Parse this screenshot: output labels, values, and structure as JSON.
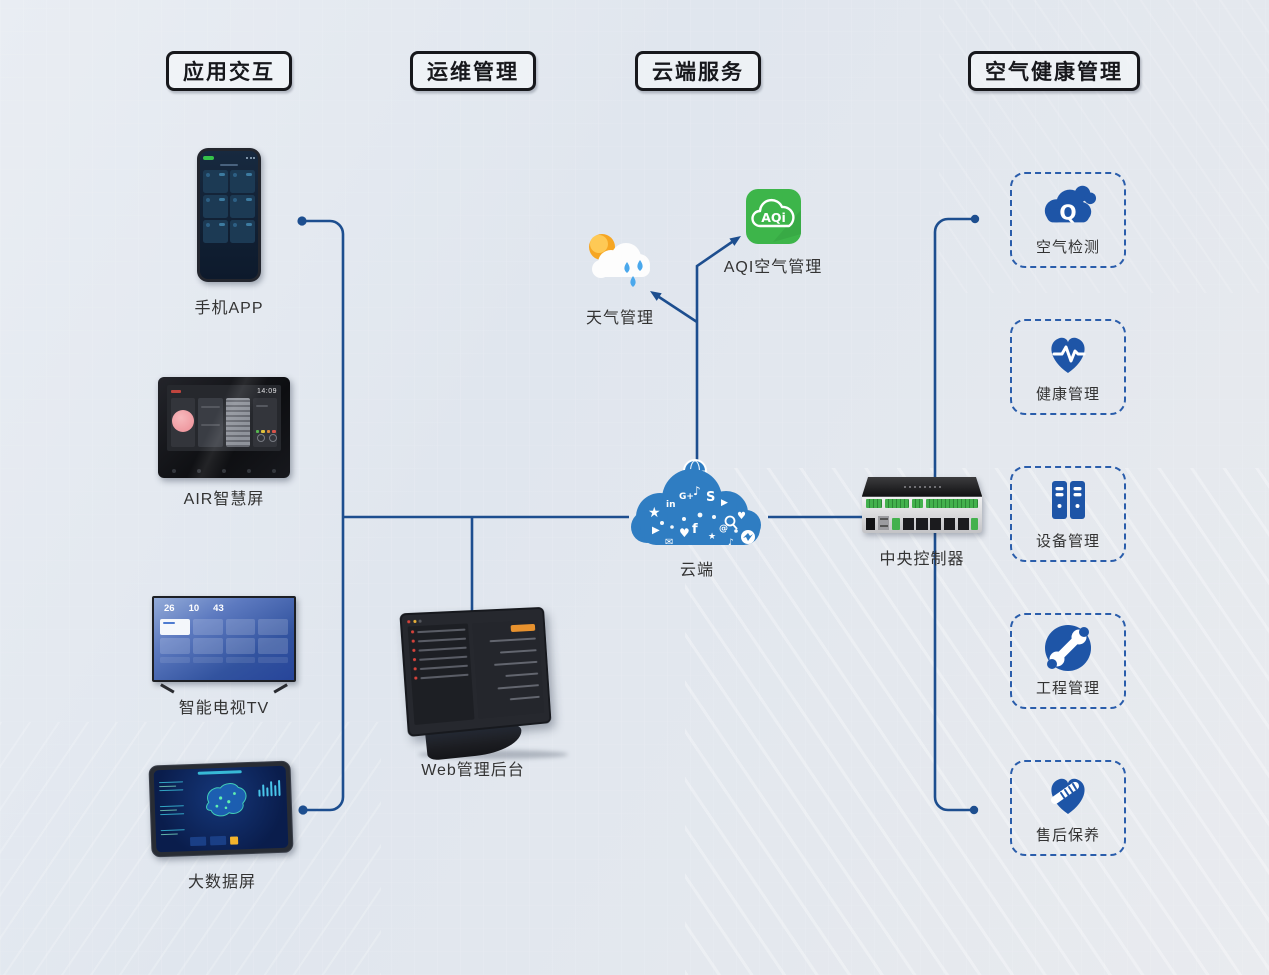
{
  "headers": [
    {
      "label": "应用交互"
    },
    {
      "label": "运维管理"
    },
    {
      "label": "云端服务"
    },
    {
      "label": "空气健康管理"
    }
  ],
  "left_column": {
    "phone": {
      "label": "手机APP"
    },
    "smart_screen": {
      "label": "AIR智慧屏",
      "time": "14:09"
    },
    "tv": {
      "label": "智能电视TV",
      "stats": [
        "26",
        "10",
        "43"
      ]
    },
    "big_data": {
      "label": "大数据屏"
    }
  },
  "middle": {
    "weather": {
      "label": "天气管理"
    },
    "aqi": {
      "label": "AQI空气管理",
      "icon_text": "AQi"
    },
    "cloud": {
      "label": "云端"
    },
    "web_admin": {
      "label": "Web管理后台"
    },
    "controller": {
      "label": "中央控制器"
    }
  },
  "right_column": {
    "items": [
      {
        "label": "空气检测",
        "icon": "cloud-q-icon",
        "icon_letter": "Q"
      },
      {
        "label": "健康管理",
        "icon": "heart-pulse-icon"
      },
      {
        "label": "设备管理",
        "icon": "server-icon"
      },
      {
        "label": "工程管理",
        "icon": "wrench-icon"
      },
      {
        "label": "售后保养",
        "icon": "handshake-icon"
      }
    ]
  },
  "colors": {
    "connector_blue": "#1d4e8f",
    "icon_blue": "#1e55a7",
    "cloud_blue": "#2f7dc2",
    "aqi_green": "#3db54a",
    "header_border": "#17181c",
    "background": "#e4e8ee"
  }
}
